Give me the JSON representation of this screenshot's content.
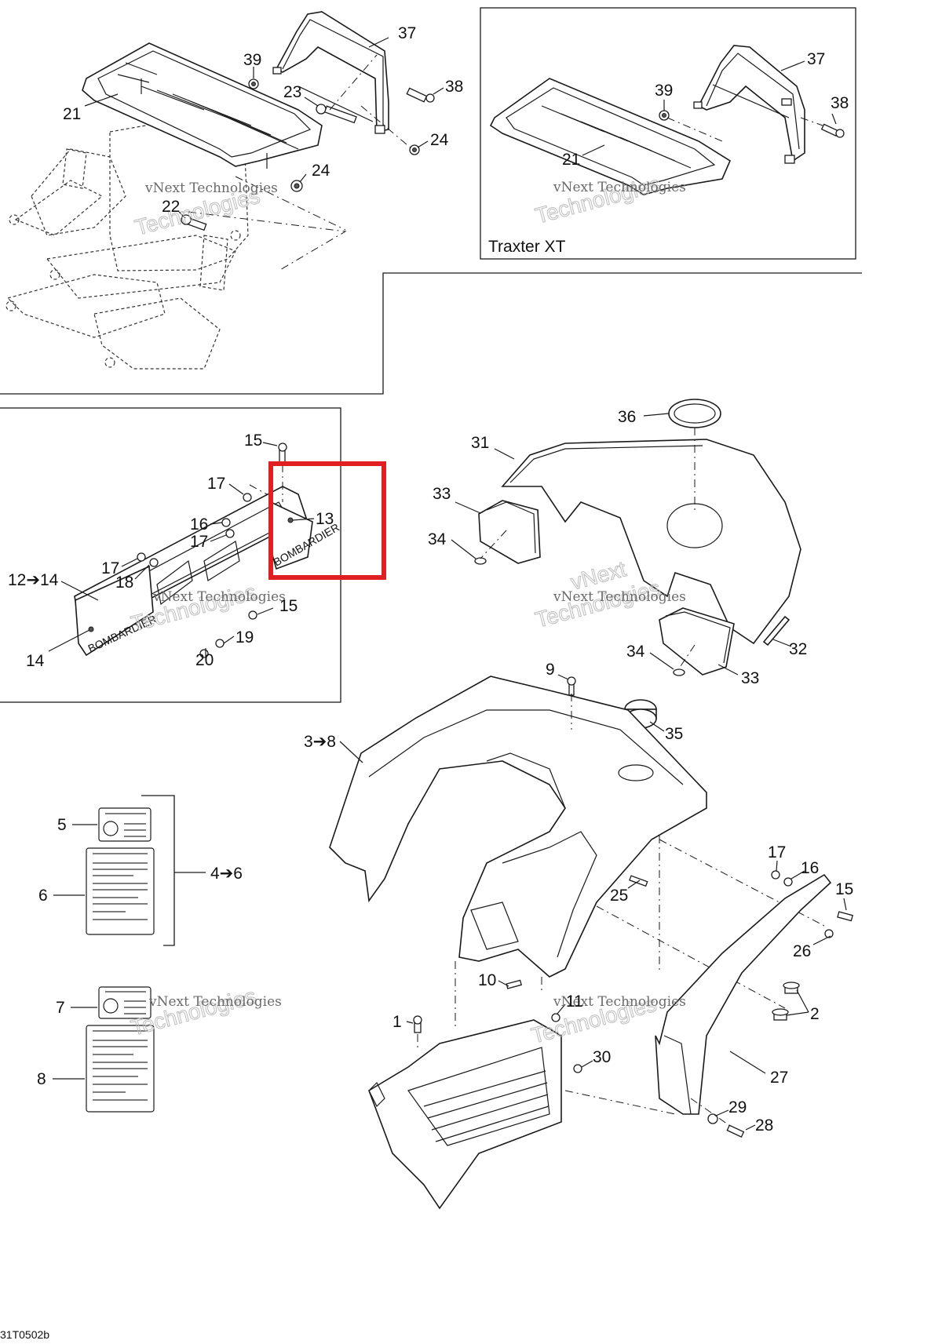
{
  "diagram": {
    "inset_title": "Traxter XT",
    "drawing_id": "31T0502b",
    "watermark": {
      "small": "vNext Technologies",
      "large": "Technologies",
      "top": "vNext"
    },
    "highlight_color": "#e02020",
    "callouts": {
      "c21_main": "21",
      "c37_main": "37",
      "c39_main": "39",
      "c38_main": "38",
      "c23": "23",
      "c24_a": "24",
      "c24_b": "24",
      "c22": "22",
      "c37_inset": "37",
      "c39_inset": "39",
      "c38_inset": "38",
      "c21_inset": "21",
      "c15_top": "15",
      "c17_top": "17",
      "c16_left": "16",
      "c17_mid": "17",
      "c13": "13",
      "c17_low": "17",
      "c18": "18",
      "c12_14": "12➔14",
      "c15_mid": "15",
      "c19": "19",
      "c14": "14",
      "c20": "20",
      "c36": "36",
      "c31": "31",
      "c33_top": "33",
      "c34_top": "34",
      "c32": "32",
      "c34_bot": "34",
      "c33_bot": "33",
      "c9": "9",
      "c35": "35",
      "c3_8": "3➔8",
      "c5": "5",
      "c6": "6",
      "c4_6": "4➔6",
      "c7": "7",
      "c8": "8",
      "c17_right": "17",
      "c16_right": "16",
      "c15_right": "15",
      "c25": "25",
      "c26": "26",
      "c2": "2",
      "c10": "10",
      "c11": "11",
      "c1": "1",
      "c30": "30",
      "c27": "27",
      "c29": "29",
      "c28": "28"
    }
  }
}
